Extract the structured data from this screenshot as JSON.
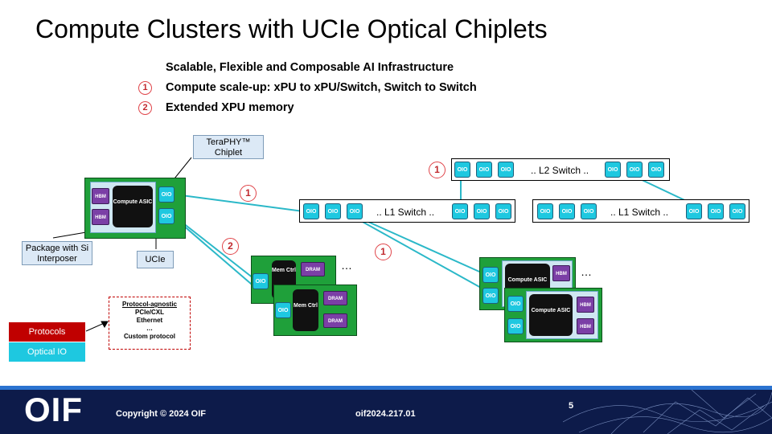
{
  "slide": {
    "title": "Compute Clusters with UCIe Optical Chiplets",
    "bullets": [
      {
        "num": "",
        "text": "Scalable, Flexible and Composable AI Infrastructure"
      },
      {
        "num": "1",
        "text": "Compute scale-up: xPU to xPU/Switch, Switch to Switch"
      },
      {
        "num": "2",
        "text": "Extended XPU memory"
      }
    ]
  },
  "diagram": {
    "teraphy_callout": "TeraPHY™ Chiplet",
    "package_callout": "Package with Si Interposer",
    "ucie_label": "UCIe",
    "oio_label": "OIO",
    "hbm_label": "HBM",
    "dram_label": "DRAM",
    "compute_asic_label": "Compute ASIC",
    "mem_ctrl_label": "Mem Ctrl",
    "l1_switch_label": ".. L1 Switch ..",
    "l2_switch_label": ".. L2 Switch ..",
    "ellipsis": "…",
    "markers": {
      "one": "1",
      "two": "2"
    },
    "protocol_box": [
      "Protocol-agnostic",
      "PCIe/CXL",
      "Ethernet",
      "…",
      "Custom protocol"
    ],
    "legend": [
      {
        "label": "Protocols",
        "color": "#c00000"
      },
      {
        "label": "Optical IO",
        "color": "#1ec8e0"
      }
    ]
  },
  "footer": {
    "logo": "OIF",
    "copyright": "Copyright © 2024 OIF",
    "doc_id": "oif2024.217.01",
    "page_number": "5"
  }
}
